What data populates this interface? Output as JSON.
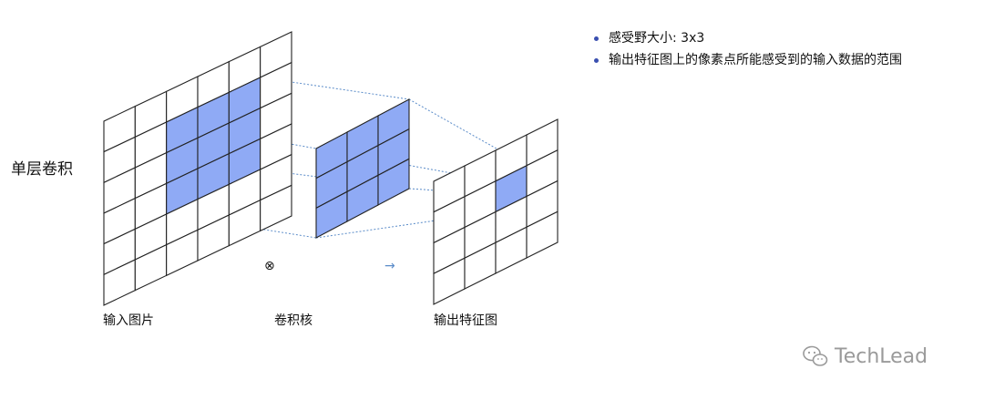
{
  "row_label": "单层卷积",
  "labels": {
    "input": "输入图片",
    "kernel": "卷积核",
    "output": "输出特征图"
  },
  "operators": {
    "convolve": "⊗",
    "arrow": "→"
  },
  "bullets": [
    "感受野大小: 3x3",
    "输出特征图上的像素点所能感受到的输入数据的范围"
  ],
  "watermark": "TechLead",
  "colors": {
    "highlight": "#8faaf5",
    "connector": "#5b8cc9",
    "bullet": "#3a4fb0"
  },
  "input_grid": {
    "rows": 6,
    "cols": 6,
    "highlight_rows": [
      1,
      3
    ],
    "highlight_cols": [
      2,
      4
    ]
  },
  "kernel_grid": {
    "rows": 3,
    "cols": 3,
    "highlight_rows": [
      0,
      2
    ],
    "highlight_cols": [
      0,
      2
    ]
  },
  "output_grid": {
    "rows": 4,
    "cols": 4,
    "highlight_rows": [
      1,
      1
    ],
    "highlight_cols": [
      2,
      2
    ]
  }
}
